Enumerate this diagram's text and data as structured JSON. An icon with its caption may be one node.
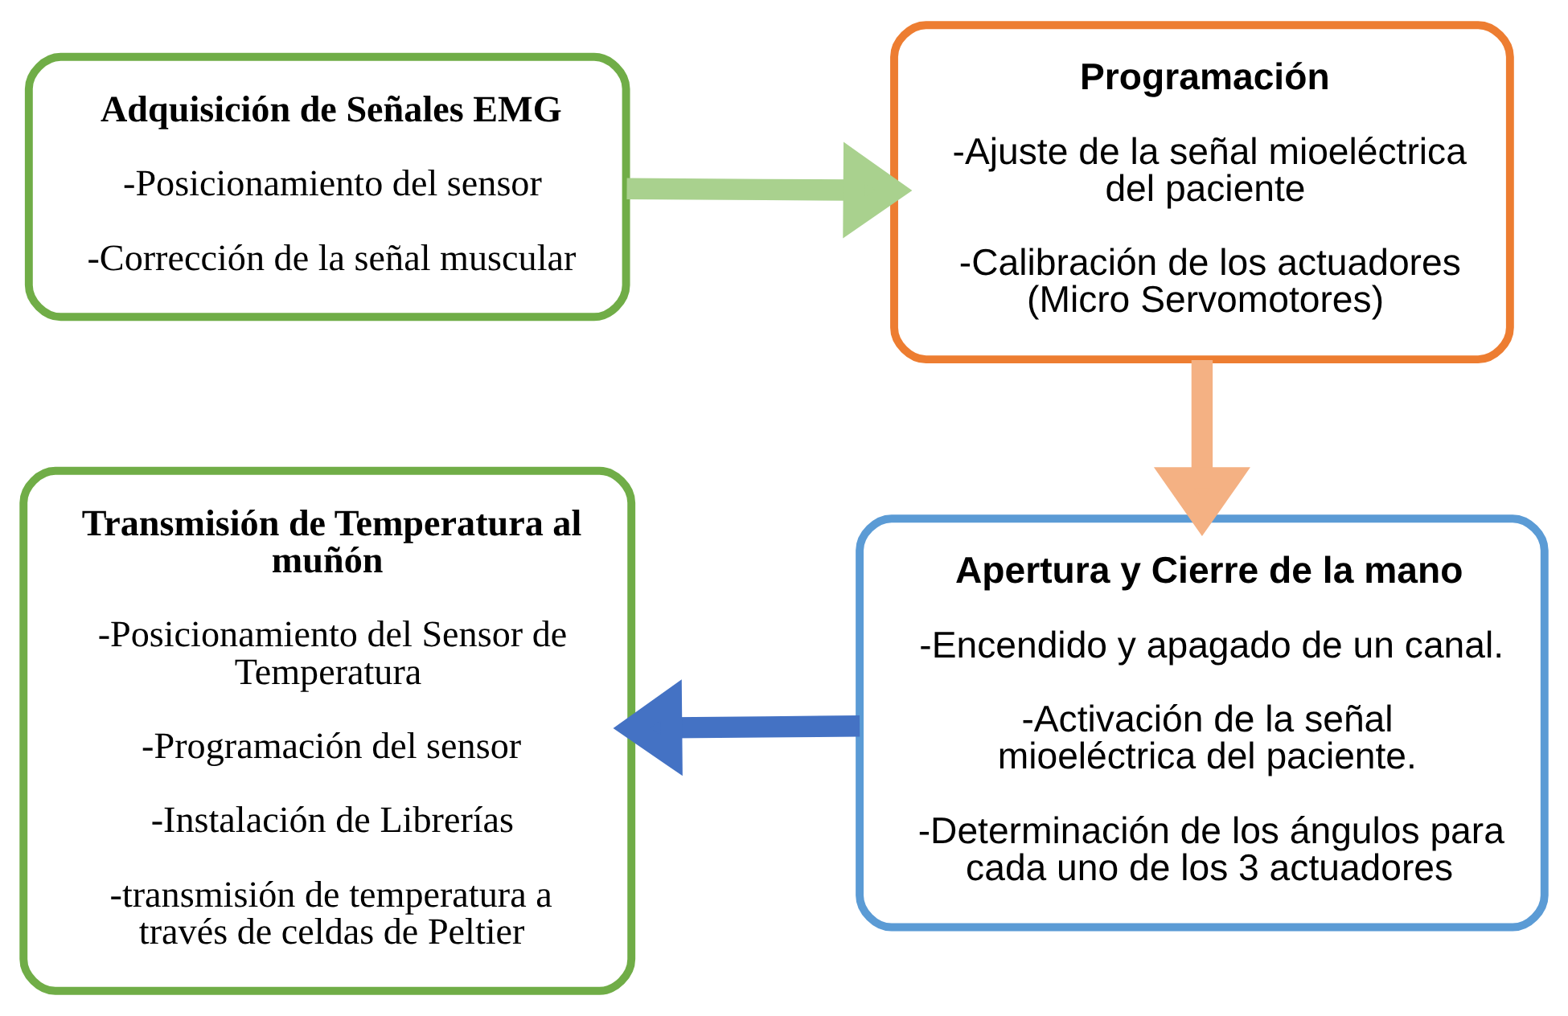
{
  "diagram": {
    "nodes": [
      {
        "text": [
          "Adquisición de Señales EMG",
          "-Posicionamiento del sensor",
          "-Corrección de la señal muscular"
        ]
      },
      {
        "text": [
          "Programación",
          "-Ajuste de la señal mioeléctrica del paciente",
          "-Calibración de los actuadores (Micro Servomotores)"
        ]
      },
      {
        "text": [
          "Apertura y Cierre de la mano",
          "-Encendido y apagado de un canal.",
          "-Activación de la señal mioeléctrica del paciente.",
          "-Determinación de los ángulos para cada uno de los 3 actuadores"
        ]
      },
      {
        "text": [
          "Transmisión de Temperatura al muñón",
          "-Posicionamiento del Sensor de Temperatura",
          "-Programación del sensor",
          "-Instalación de Librerías",
          "-transmisión de temperatura a través de celdas de Peltier"
        ]
      }
    ],
    "edges": [
      {
        "from": 0,
        "to": 1,
        "arrow": "to",
        "color": "#a9d18e"
      },
      {
        "from": 1,
        "to": 2,
        "arrow": "to",
        "color": "#f4b183"
      },
      {
        "from": 2,
        "to": 3,
        "arrow": "to",
        "color": "#4472c4"
      }
    ]
  }
}
